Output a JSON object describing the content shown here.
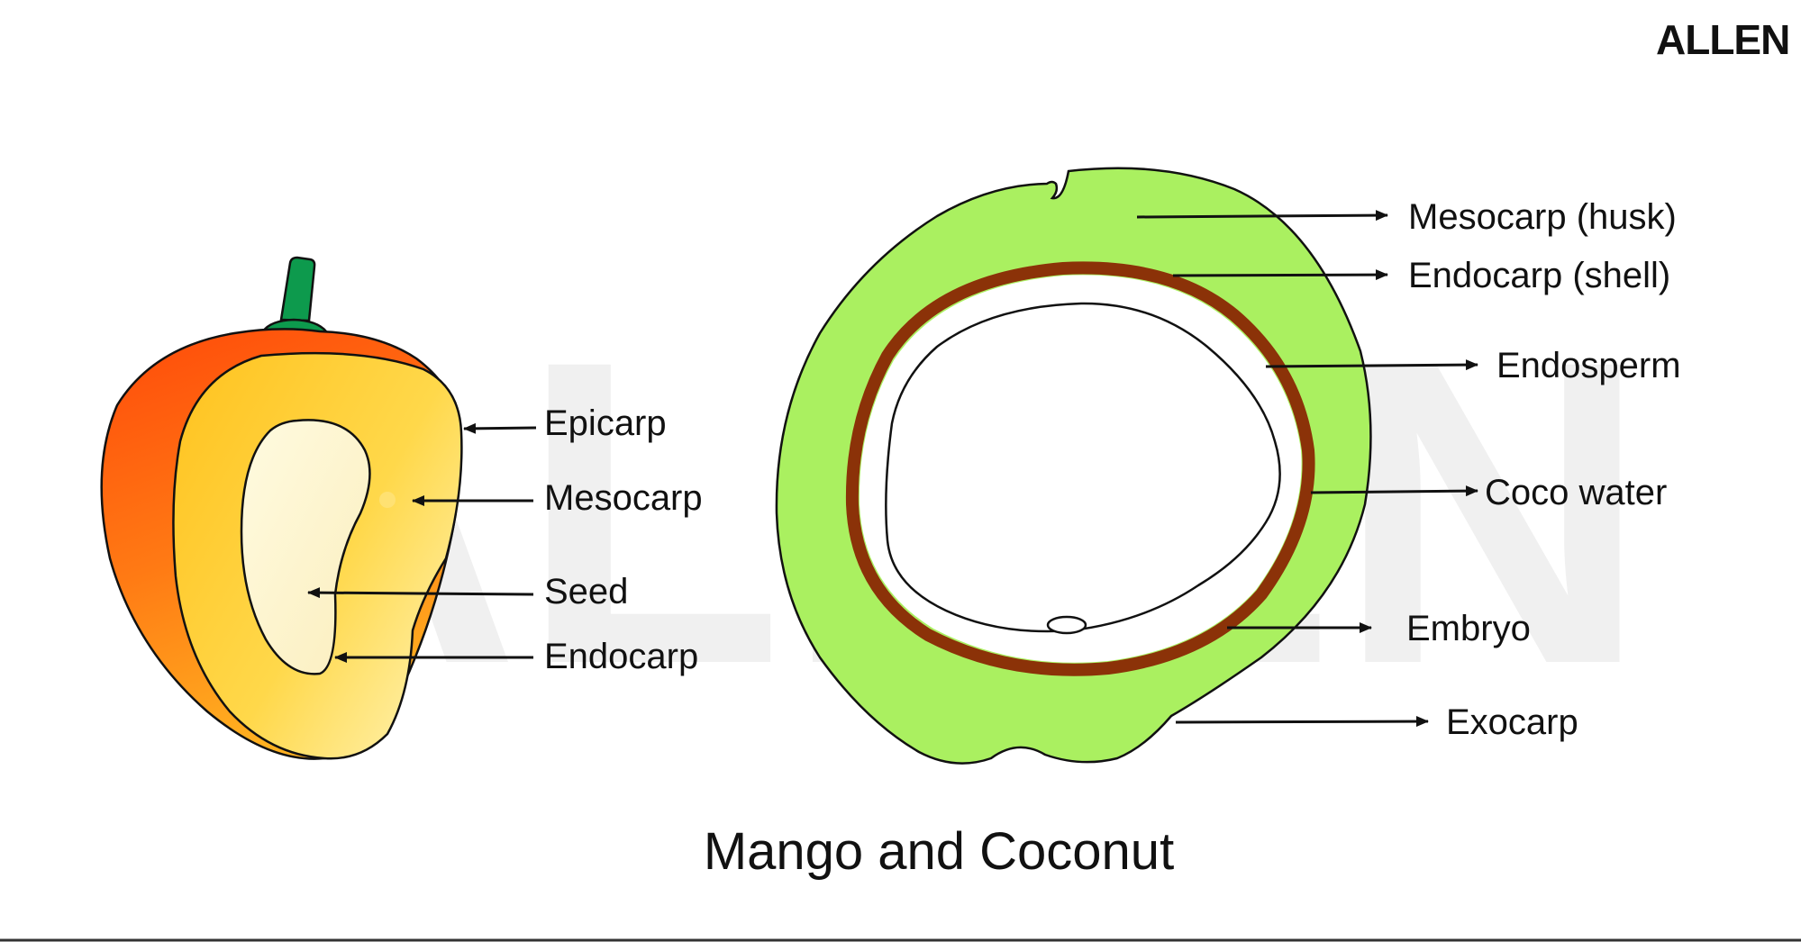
{
  "logo": "ALLEN",
  "watermark": "ALLEN",
  "title": "Mango and Coconut",
  "mango": {
    "labels": {
      "epicarp": "Epicarp",
      "mesocarp": "Mesocarp",
      "seed": "Seed",
      "endocarp": "Endocarp"
    }
  },
  "coconut": {
    "labels": {
      "mesocarp": "Mesocarp (husk)",
      "endocarp": "Endocarp (shell)",
      "endosperm": "Endosperm",
      "coco_water": "Coco water",
      "embryo": "Embryo",
      "exocarp": "Exocarp"
    }
  },
  "colors": {
    "mango_skin_top": "#ff4a0a",
    "mango_skin_bottom": "#ffa41c",
    "mango_flesh": "#ffd84a",
    "mango_seed": "#fff6cf",
    "stem": "#0d9a4d",
    "coconut_husk": "#aaf060",
    "coconut_shell": "#8b3208",
    "coconut_endosperm": "#ffffff"
  }
}
